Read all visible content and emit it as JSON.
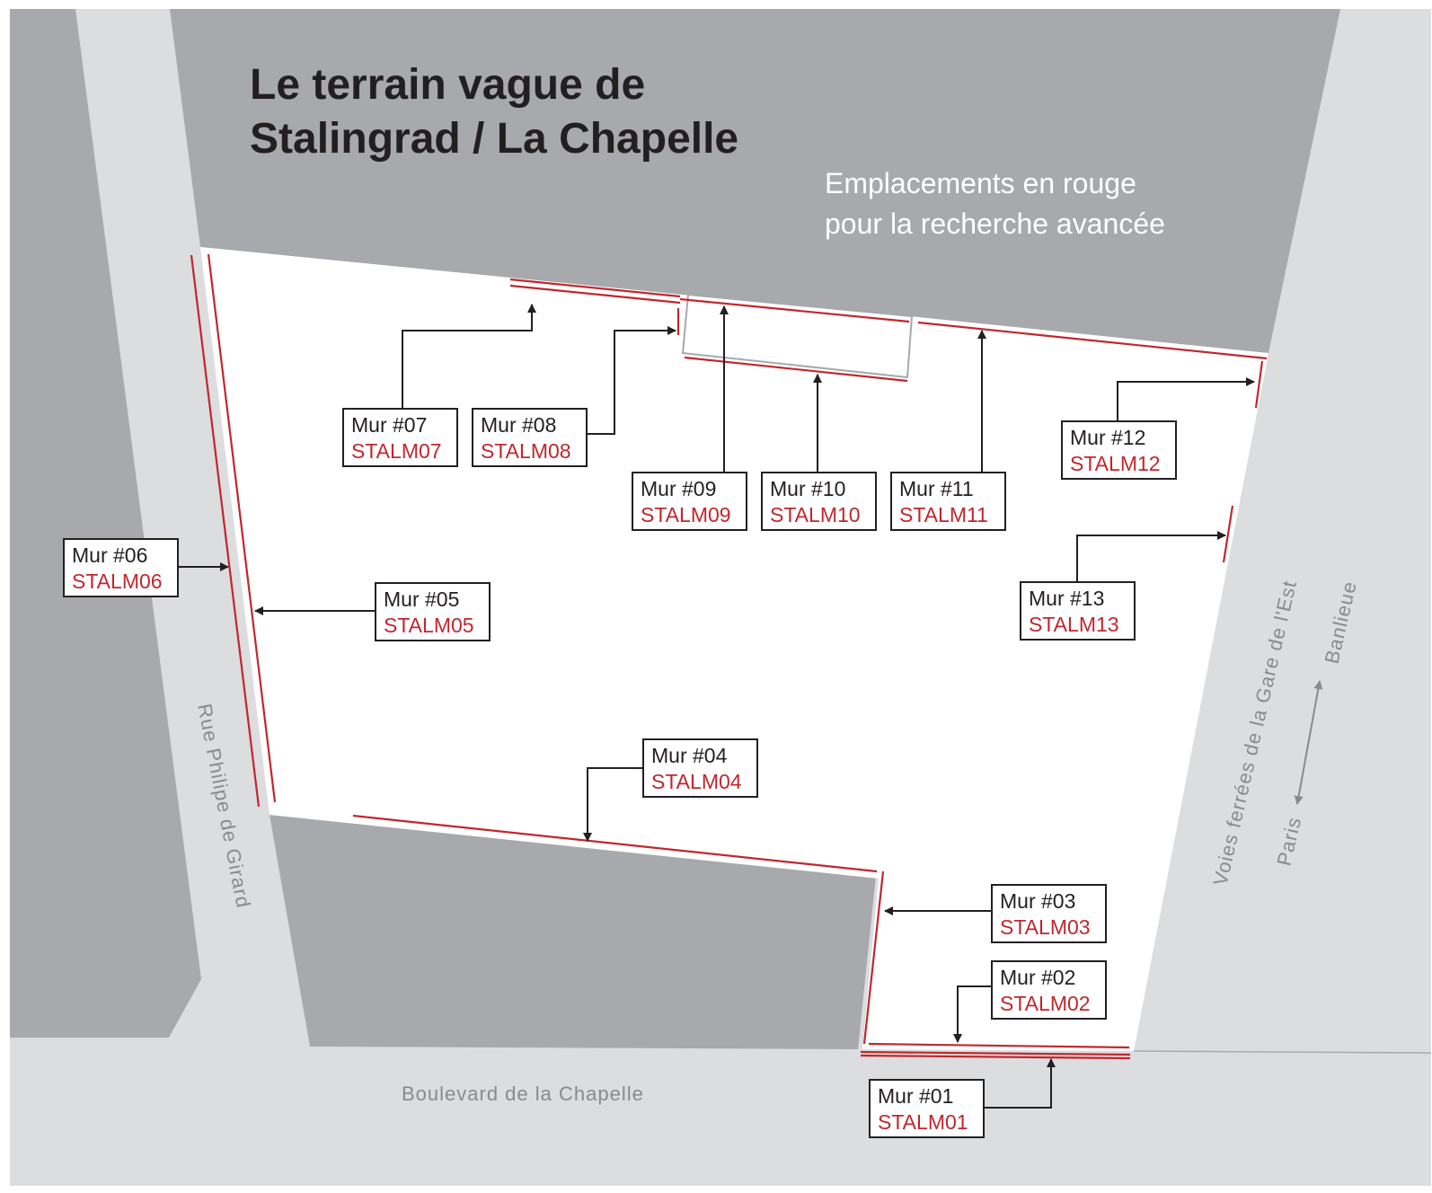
{
  "title_line1": "Le terrain vague de",
  "title_line2": "Stalingrad / La Chapelle",
  "subtitle_line1": "Emplacements en rouge",
  "subtitle_line2": "pour la recherche avancée",
  "streets": {
    "boulevard": "Boulevard  de  la  Chapelle",
    "rue": "Rue  Philipe  de  Girard",
    "voies": "Voies  ferrées  de  la  Gare  de  l'Est",
    "paris": "Paris",
    "banlieue": "Banlieue"
  },
  "colors": {
    "wall_red": "#c1272d",
    "block_gray": "#a7a9ac",
    "road_gray": "#dcdddf",
    "text_dark": "#231f20"
  },
  "walls": [
    {
      "name": "Mur #01",
      "code": "STALM01"
    },
    {
      "name": "Mur #02",
      "code": "STALM02"
    },
    {
      "name": "Mur #03",
      "code": "STALM03"
    },
    {
      "name": "Mur #04",
      "code": "STALM04"
    },
    {
      "name": "Mur #05",
      "code": "STALM05"
    },
    {
      "name": "Mur #06",
      "code": "STALM06"
    },
    {
      "name": "Mur #07",
      "code": "STALM07"
    },
    {
      "name": "Mur #08",
      "code": "STALM08"
    },
    {
      "name": "Mur #09",
      "code": "STALM09"
    },
    {
      "name": "Mur #10",
      "code": "STALM10"
    },
    {
      "name": "Mur #11",
      "code": "STALM11"
    },
    {
      "name": "Mur #12",
      "code": "STALM12"
    },
    {
      "name": "Mur #13",
      "code": "STALM13"
    }
  ]
}
